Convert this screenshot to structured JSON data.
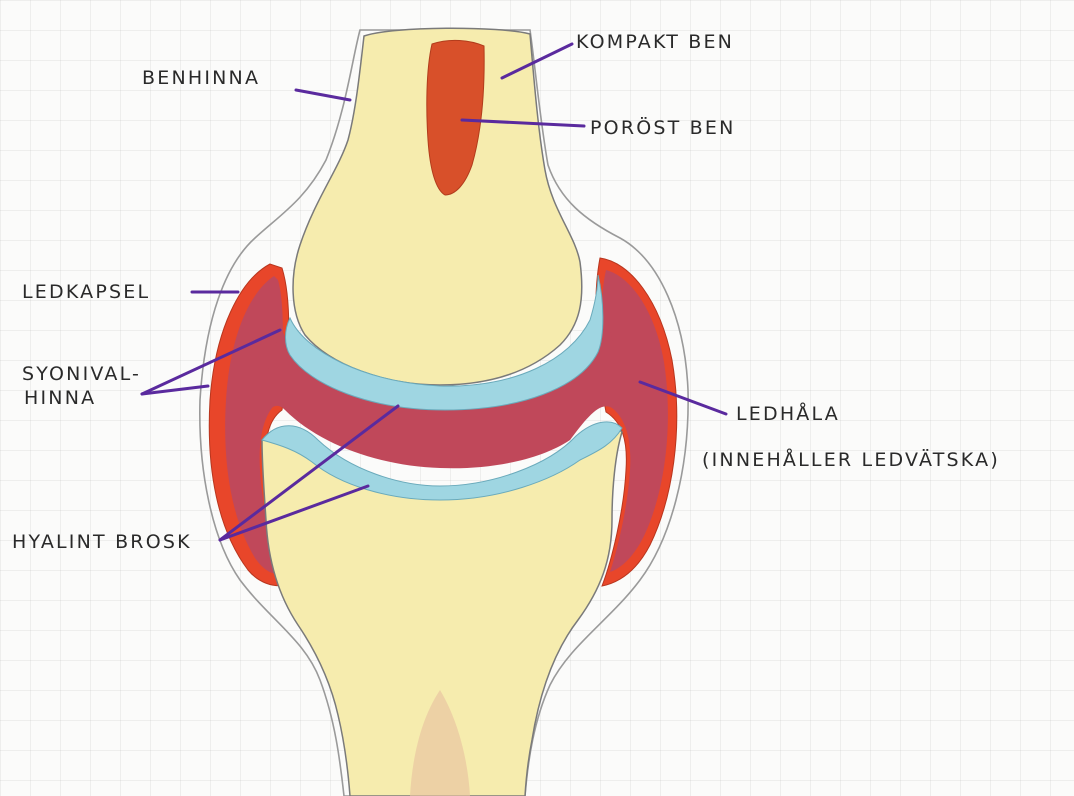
{
  "labels": {
    "kompakt_ben": "KOMPAKT BEN",
    "benhinna": "BENHINNA",
    "porost_ben": "PORÖST BEN",
    "ledkapsel": "LEDKAPSEL",
    "synovialhinna_line1": "SYONIVAL-",
    "synovialhinna_line2": "HINNA",
    "ledhala_line1": "LEDHÅLA",
    "ledhala_line2": "(INNEHÅLLER LEDVÄTSKA)",
    "hyalint_brosk": "HYALINT BROSK"
  },
  "colors": {
    "bone": "#f6ecae",
    "spongy_bone": "#d8502a",
    "joint_cavity": "#c0485a",
    "capsule_edge": "#e8462a",
    "cartilage": "#9fd6e2",
    "leader": "#5a2a9e",
    "outline": "#8a8a8a"
  }
}
